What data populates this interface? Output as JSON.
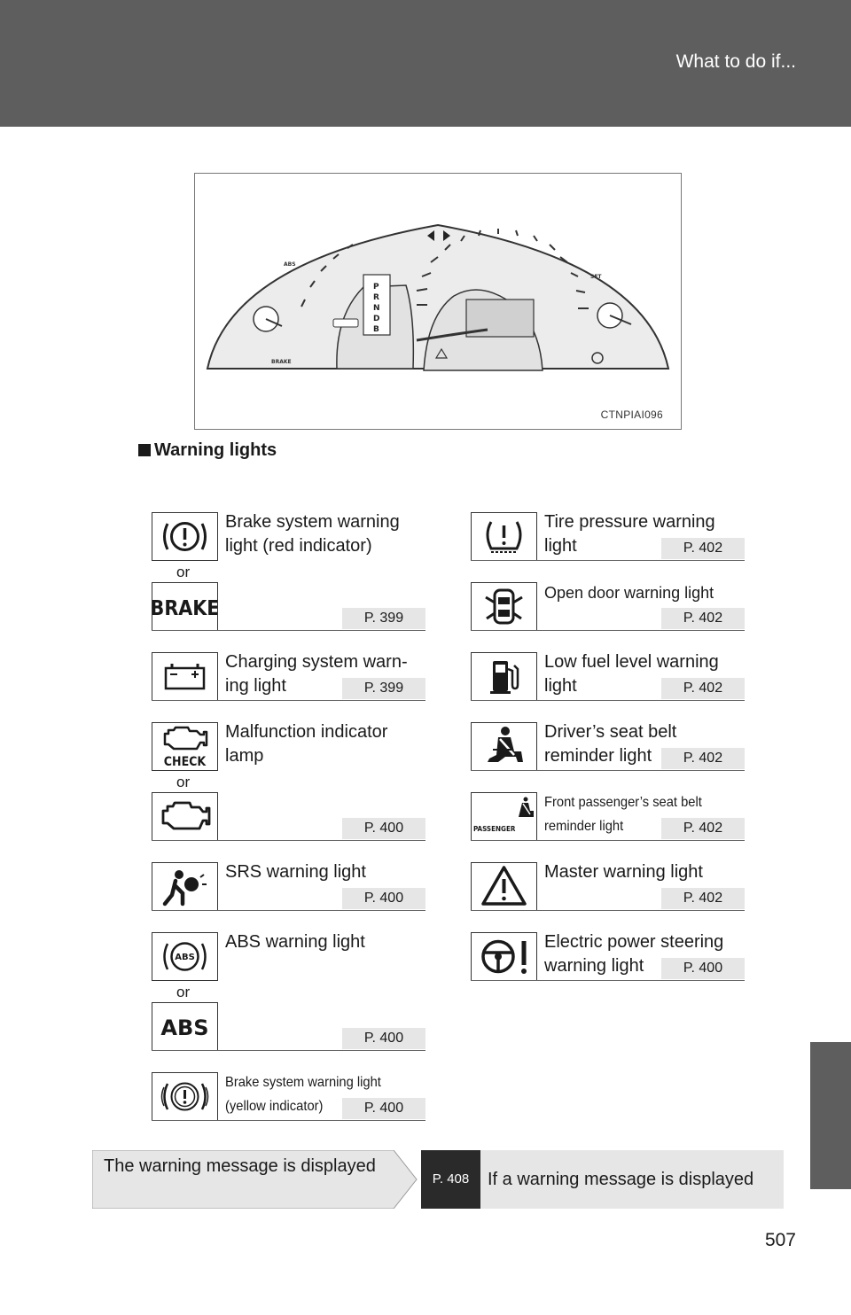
{
  "header": {
    "title": "What to do if..."
  },
  "figure": {
    "code": "CTNPIAI096"
  },
  "section": {
    "title": "Warning lights"
  },
  "left_items": [
    {
      "label": "Brake system warning light (red indicator)",
      "page": "P. 399",
      "icons": [
        "brake-circle-icon",
        "brake-text-icon"
      ],
      "alt_word": "or",
      "icon_text": "BRAKE"
    },
    {
      "label": "Charging system warn- ing light",
      "page": "P. 399",
      "icons": [
        "battery-icon"
      ]
    },
    {
      "label": "Malfunction indicator lamp",
      "page": "P. 400",
      "icons": [
        "engine-check-icon",
        "engine-icon"
      ],
      "alt_word": "or",
      "icon_text": "CHECK"
    },
    {
      "label": "SRS warning light",
      "page": "P. 400",
      "icons": [
        "airbag-icon"
      ]
    },
    {
      "label": "ABS warning light",
      "page": "P. 400",
      "icons": [
        "abs-circle-icon",
        "abs-text-icon"
      ],
      "alt_word": "or",
      "icon_text": "ABS"
    },
    {
      "label": "Brake system warning light (yellow indicator)",
      "page": "P. 400",
      "icons": [
        "brake-yellow-icon"
      ]
    }
  ],
  "right_items": [
    {
      "label": "Tire pressure warning light",
      "page": "P. 402",
      "icons": [
        "tire-pressure-icon"
      ]
    },
    {
      "label": "Open door warning light",
      "page": "P. 402",
      "icons": [
        "open-door-icon"
      ]
    },
    {
      "label": "Low fuel level warning light",
      "page": "P. 402",
      "icons": [
        "fuel-icon"
      ]
    },
    {
      "label": "Driver’s seat belt reminder light",
      "page": "P. 402",
      "icons": [
        "seatbelt-icon"
      ]
    },
    {
      "label": "Front passenger’s seat belt reminder light",
      "page": "P. 402",
      "icons": [
        "passenger-seatbelt-icon"
      ],
      "icon_text": "PASSENGER"
    },
    {
      "label": "Master warning light",
      "page": "P. 402",
      "icons": [
        "master-warning-icon"
      ]
    },
    {
      "label": "Electric power steering warning light",
      "page": "P. 400",
      "icons": [
        "steering-warning-icon"
      ]
    }
  ],
  "bottom": {
    "condition": "The warning message is displayed",
    "ref": "P. 408",
    "action": "If a warning message is displayed"
  },
  "page_number": "507"
}
